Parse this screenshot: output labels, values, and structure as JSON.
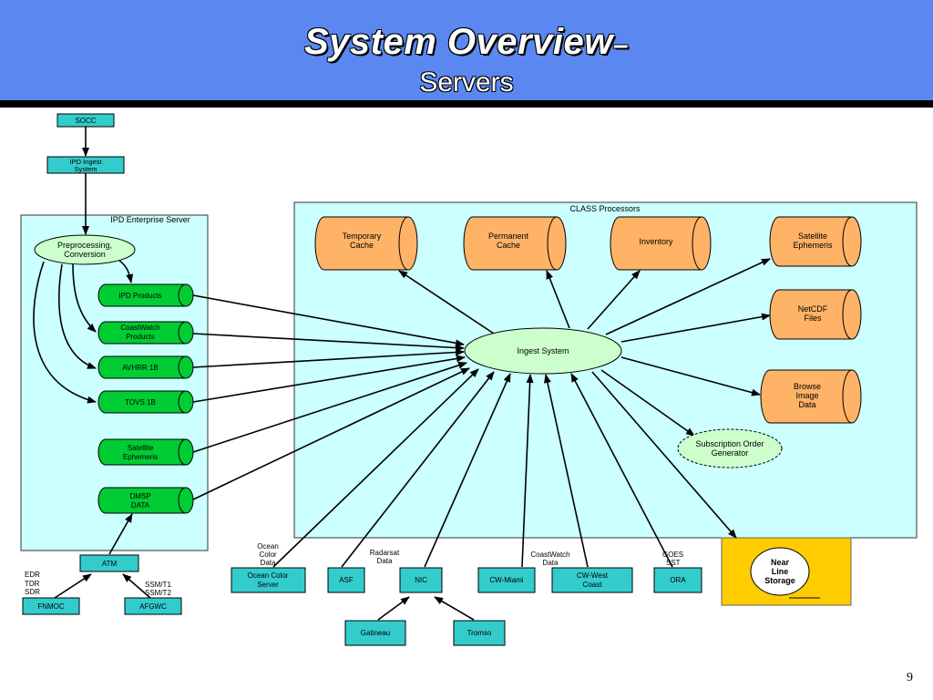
{
  "slide": {
    "title": "System Overview",
    "title_dash": "–",
    "subtitle": "Servers",
    "page_number": "9"
  },
  "colors": {
    "header": "#5b88f0",
    "panel": "#ccffff",
    "box": "#33cccc",
    "green_cylinder": "#00cc33",
    "orange_cylinder": "#ffb366",
    "ellipse": "#ccffcc",
    "storage": "#ffcc00"
  },
  "panels": {
    "ipd_server": "IPD Enterprise Server",
    "class_processors": "CLASS Processors"
  },
  "nodes": {
    "socc": "SOCC",
    "ipd_ingest": [
      "IPD Ingest",
      "System"
    ],
    "preprocessing": [
      "Preprocessing,",
      "Conversion"
    ],
    "ipd_products": "IPD Products",
    "coastwatch_products": [
      "CoastWatch",
      "Products"
    ],
    "avhrr": "AVHRR 1B",
    "tovs": "TOVS 1B",
    "sat_ephem_left": [
      "Satellite",
      "Ephemeris"
    ],
    "dmsp": [
      "DMSP",
      "DATA"
    ],
    "atm": "ATM",
    "fnmoc": "FNMOC",
    "afgwc": "AFGWC",
    "temp_cache": [
      "Temporary",
      "Cache"
    ],
    "perm_cache": [
      "Permanent",
      "Cache"
    ],
    "inventory": "Inventory",
    "sat_ephem_right": [
      "Satellite",
      "Ephemeris"
    ],
    "netcdf": [
      "NetCDF",
      "Files"
    ],
    "browse": [
      "Browse",
      "Image",
      "Data"
    ],
    "ingest": "Ingest System",
    "subscription": [
      "Subscription Order",
      "Generator"
    ],
    "ocean_server": [
      "Ocean Color",
      "Server"
    ],
    "asf": "ASF",
    "nic": "NIC",
    "cw_miami": "CW-Miami",
    "cw_west": [
      "CW-West",
      "Coast"
    ],
    "ora": "ORA",
    "gatineau": "Gatineau",
    "tromso": "Tromso",
    "near_line": [
      "Near",
      "Line",
      "Storage"
    ]
  },
  "labels": {
    "edr": [
      "EDR",
      "TDR",
      "SDR"
    ],
    "ssm": [
      "SSM/T1",
      "SSM/T2"
    ],
    "ocean_data": [
      "Ocean",
      "Color",
      "Data"
    ],
    "radarsat": [
      "Radarsat",
      "Data"
    ],
    "coastwatch_data": [
      "CoastWatch",
      "Data"
    ],
    "goes": [
      "GOES",
      "SST"
    ]
  }
}
